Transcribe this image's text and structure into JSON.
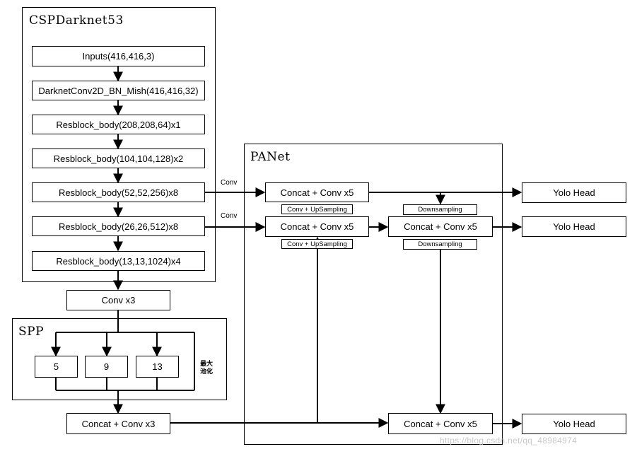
{
  "groups": {
    "backbone": "CSPDarknet53",
    "neck": "PANet",
    "pool": "SPP"
  },
  "backbone_nodes": {
    "inputs": "Inputs(416,416,3)",
    "conv": "DarknetConv2D_BN_Mish(416,416,32)",
    "res1": "Resblock_body(208,208,64)x1",
    "res2": "Resblock_body(104,104,128)x2",
    "res3": "Resblock_body(52,52,256)x8",
    "res4": "Resblock_body(26,26,512)x8",
    "res5": "Resblock_body(13,13,1024)x4"
  },
  "spp_nodes": {
    "conv_x3": "Conv x3",
    "k5": "5",
    "k9": "9",
    "k13": "13",
    "pool_note": "最大\n池化",
    "concat_x3": "Concat + Conv x3"
  },
  "panet_nodes": {
    "concat1": "Concat + Conv x5",
    "concat2": "Concat + Conv x5",
    "concat3": "Concat + Conv x5",
    "concat4": "Concat + Conv x5",
    "up1": "Conv + UpSampling",
    "up2": "Conv + UpSampling",
    "down1": "Downsampling",
    "down2": "Downsampling"
  },
  "heads": {
    "head1": "Yolo Head",
    "head2": "Yolo Head",
    "head3": "Yolo Head"
  },
  "edge_labels": {
    "conv_a": "Conv",
    "conv_b": "Conv"
  },
  "watermark": "https://blog.csdn.net/qq_48984974"
}
